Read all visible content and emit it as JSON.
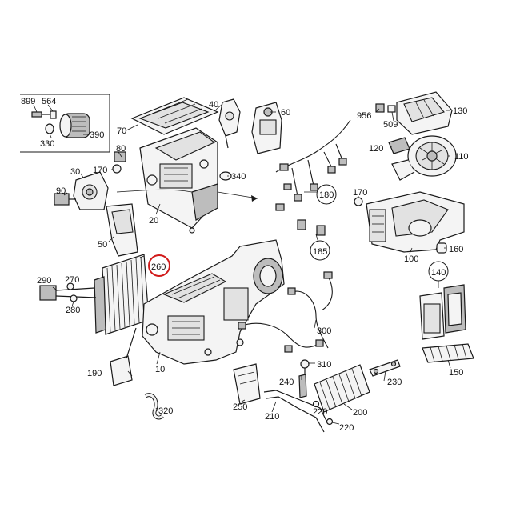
{
  "labels": {
    "l899": "899",
    "l564": "564",
    "l330": "330",
    "l390": "390",
    "l70": "70",
    "l40": "40",
    "l60": "60",
    "l80": "80",
    "l170a": "170",
    "l30": "30",
    "l90": "90",
    "l340": "340",
    "l20": "20",
    "l50": "50",
    "l956": "956",
    "l509": "509",
    "l130": "130",
    "l120": "120",
    "l110": "110",
    "l180": "180",
    "l170b": "170",
    "l185": "185",
    "l100": "100",
    "l160": "160",
    "l140": "140",
    "l260": "260",
    "l290": "290",
    "l270": "270",
    "l280": "280",
    "l300": "300",
    "l190": "190",
    "l10": "10",
    "l310": "310",
    "l240": "240",
    "l230": "230",
    "l250": "250",
    "l210": "210",
    "l220a": "220",
    "l200": "200",
    "l220b": "220",
    "l320": "320",
    "l150": "150"
  },
  "highlight": {
    "part": "260",
    "color": "#d11a1a"
  }
}
